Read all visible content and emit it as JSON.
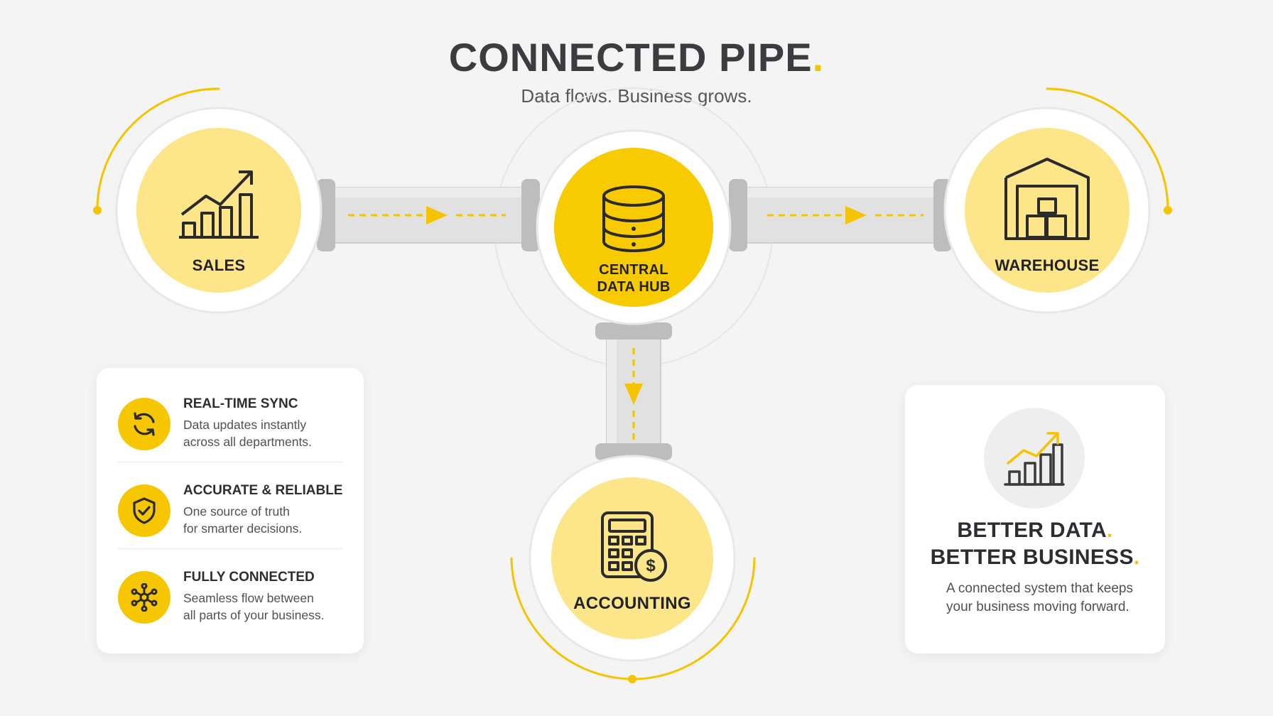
{
  "header": {
    "title": "CONNECTED PIPE",
    "title_dot": ".",
    "subtitle": "Data flows. Business grows."
  },
  "nodes": {
    "sales": {
      "label": "SALES",
      "icon": "bar-chart-up-icon"
    },
    "hub": {
      "label_line1": "CENTRAL",
      "label_line2": "DATA HUB",
      "icon": "database-icon"
    },
    "warehouse": {
      "label": "WAREHOUSE",
      "icon": "warehouse-icon"
    },
    "accounting": {
      "label": "ACCOUNTING",
      "icon": "calculator-icon"
    }
  },
  "features": [
    {
      "title": "REAL-TIME SYNC",
      "desc_line1": "Data updates instantly",
      "desc_line2": "across all departments.",
      "icon": "sync-icon"
    },
    {
      "title": "ACCURATE & RELIABLE",
      "desc_line1": "One source of truth",
      "desc_line2": "for smarter decisions.",
      "icon": "shield-check-icon"
    },
    {
      "title": "FULLY CONNECTED",
      "desc_line1": "Seamless flow between",
      "desc_line2": "all parts of your business.",
      "icon": "network-icon"
    }
  ],
  "benefit": {
    "line1": "BETTER DATA",
    "line2": "BETTER BUSINESS",
    "dot": ".",
    "desc": "A connected system that keeps your business moving forward.",
    "icon": "growth-chart-icon"
  },
  "colors": {
    "accent": "#f5c400",
    "accent_light": "#fde68a",
    "pipe": "#dcdcdc",
    "text": "#2f3133",
    "background": "#f4f4f4"
  }
}
